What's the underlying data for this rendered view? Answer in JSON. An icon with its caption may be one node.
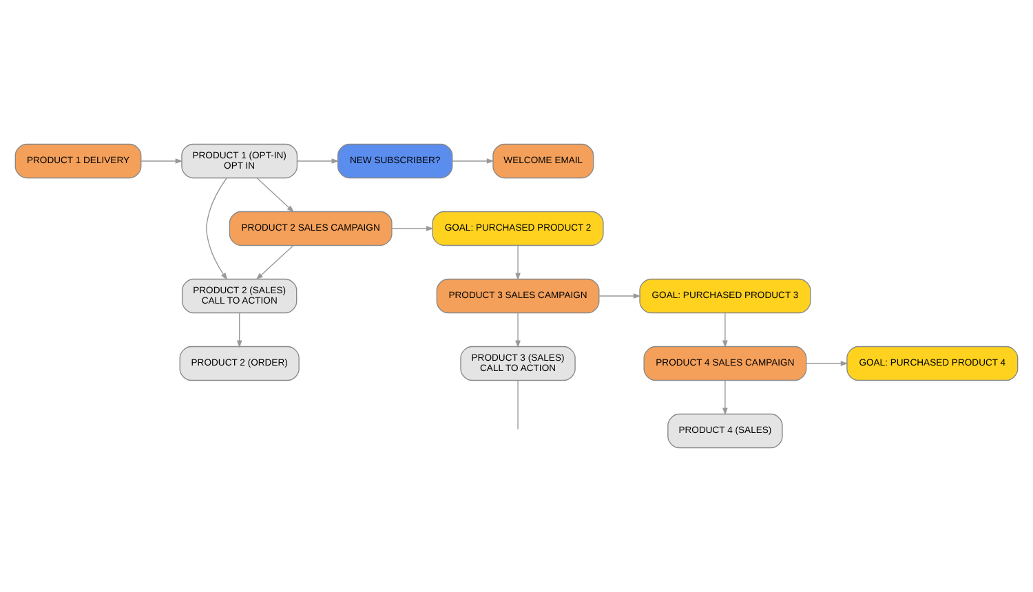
{
  "diagram": {
    "nodes": [
      {
        "text": [
          "PRODUCT 1 DELIVERY"
        ]
      },
      {
        "text": [
          "PRODUCT 1 (OPT-IN)",
          "OPT IN"
        ]
      },
      {
        "text": [
          "NEW SUBSCRIBER?"
        ]
      },
      {
        "text": [
          "WELCOME EMAIL"
        ]
      },
      {
        "text": [
          "PRODUCT 2 SALES CAMPAIGN"
        ]
      },
      {
        "text": [
          "GOAL: PURCHASED PRODUCT 2"
        ]
      },
      {
        "text": [
          "PRODUCT 2 (SALES)",
          "CALL TO ACTION"
        ]
      },
      {
        "text": [
          "PRODUCT 3 SALES CAMPAIGN"
        ]
      },
      {
        "text": [
          "GOAL: PURCHASED PRODUCT 3"
        ]
      },
      {
        "text": [
          "PRODUCT 4 SALES CAMPAIGN"
        ]
      },
      {
        "text": [
          "GOAL: PURCHASED PRODUCT 4"
        ]
      },
      {
        "text": [
          "PRODUCT 3 (SALES)",
          "CALL TO ACTION"
        ]
      },
      {
        "text": [
          "PRODUCT 2 (ORDER)"
        ]
      },
      {
        "text": [
          "PRODUCT 4 (SALES)"
        ]
      }
    ],
    "edges": [
      {
        "from": 0,
        "to": 1,
        "arrow": "to"
      },
      {
        "from": 1,
        "to": 2,
        "arrow": "to"
      },
      {
        "from": 2,
        "to": 3,
        "arrow": "to"
      },
      {
        "from": 1,
        "to": 4,
        "arrow": "to"
      },
      {
        "from": 4,
        "to": 5,
        "arrow": "to"
      },
      {
        "from": 1,
        "to": 6,
        "arrow": "to"
      },
      {
        "from": 4,
        "to": 6,
        "arrow": "to"
      },
      {
        "from": 5,
        "to": 7,
        "arrow": "to"
      },
      {
        "from": 7,
        "to": 8,
        "arrow": "to"
      },
      {
        "from": 8,
        "to": 9,
        "arrow": "to"
      },
      {
        "from": 9,
        "to": 10,
        "arrow": "to"
      },
      {
        "from": 7,
        "to": 11,
        "arrow": "to"
      },
      {
        "from": 6,
        "to": 12,
        "arrow": "to"
      },
      {
        "from": 9,
        "to": 13,
        "arrow": "to"
      },
      {
        "from": 11,
        "to": null,
        "arrow": "none"
      }
    ]
  }
}
